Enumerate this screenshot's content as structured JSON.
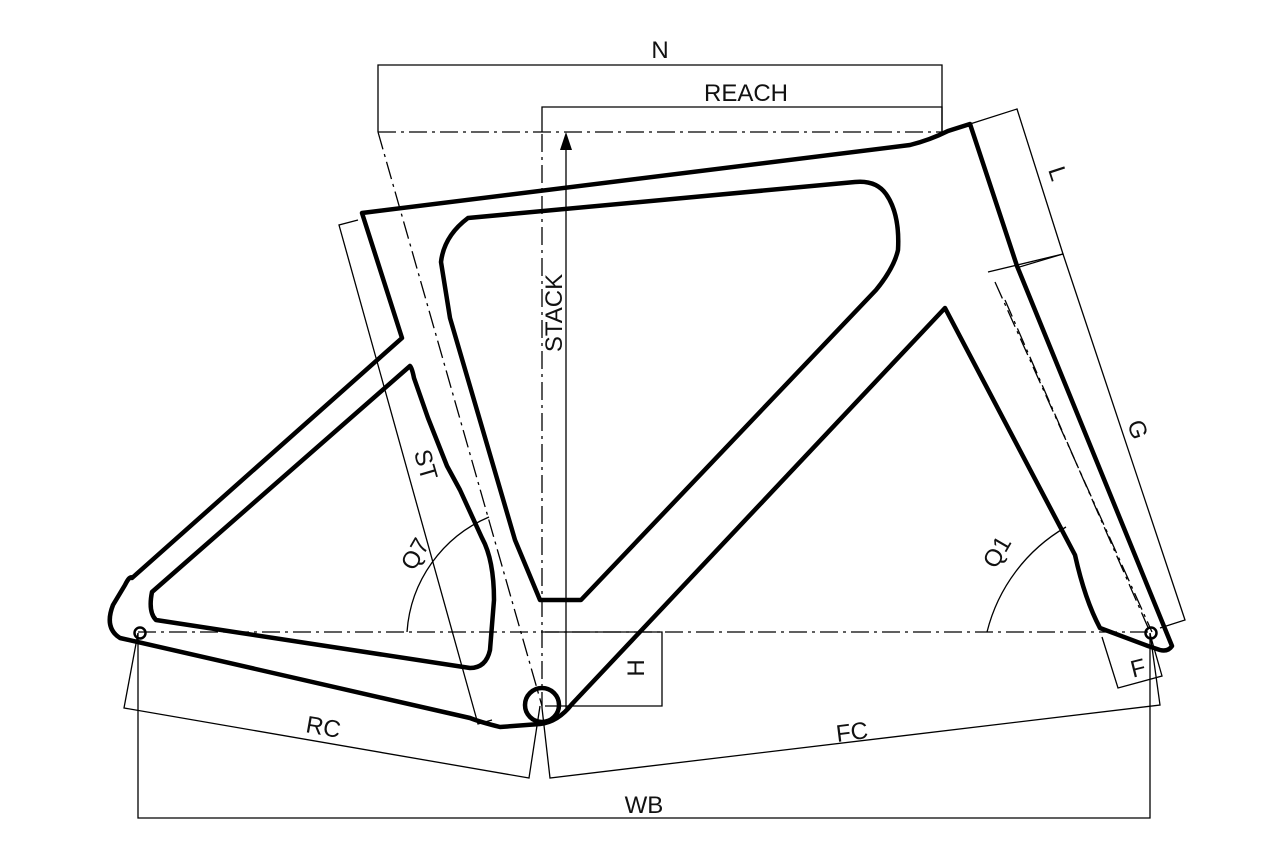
{
  "labels": {
    "n": "N",
    "reach": "REACH",
    "l": "L",
    "stack": "STACK",
    "st": "ST",
    "g": "G",
    "q7": "Q7",
    "q1": "Q1",
    "h": "H",
    "f": "F",
    "rc": "RC",
    "fc": "FC",
    "wb": "WB"
  }
}
